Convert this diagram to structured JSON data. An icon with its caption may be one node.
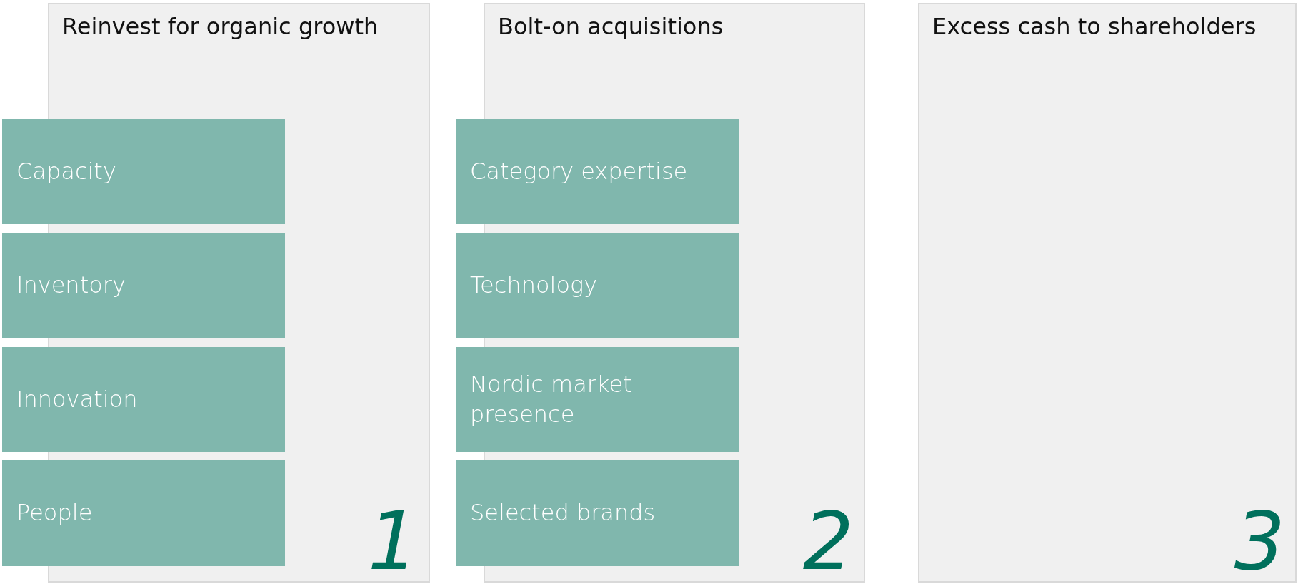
{
  "diagram": {
    "nodes": [
      {
        "text": [
          "Reinvest for organic growth",
          "1"
        ]
      },
      {
        "text": [
          "Capacity"
        ]
      },
      {
        "text": [
          "Inventory"
        ]
      },
      {
        "text": [
          "Innovation"
        ]
      },
      {
        "text": [
          "People"
        ]
      },
      {
        "text": [
          "Bolt-on acquisitions",
          "2"
        ]
      },
      {
        "text": [
          "Category expertise"
        ]
      },
      {
        "text": [
          "Technology"
        ]
      },
      {
        "text": [
          "Nordic market presence"
        ]
      },
      {
        "text": [
          "Selected brands"
        ]
      },
      {
        "text": [
          "Excess cash to shareholders",
          "3"
        ]
      }
    ]
  }
}
